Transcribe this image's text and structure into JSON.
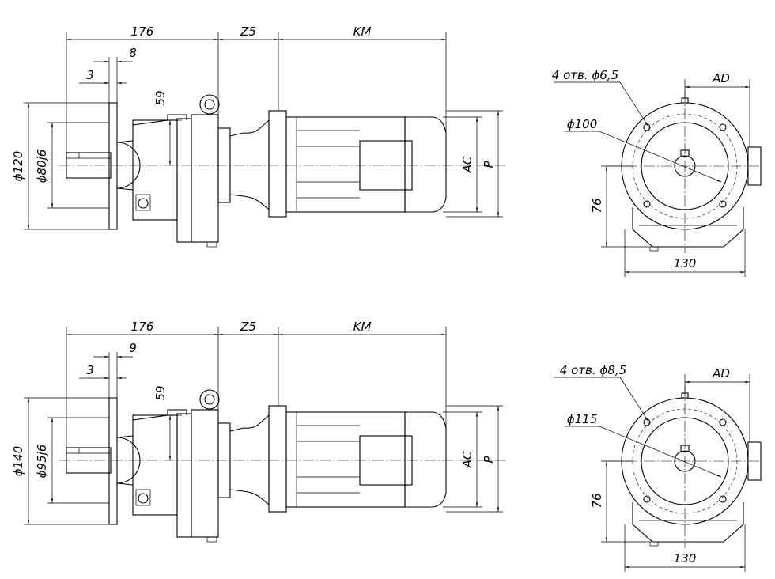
{
  "views": [
    {
      "side": {
        "dim_total": "176",
        "dim_mid": "Z5",
        "dim_motor": "KM",
        "dim_shaft_step": "8",
        "dim_shaft_small": "3",
        "dim_height": "59",
        "dia_flange": "ϕ120",
        "dia_spigot": "ϕ80j6",
        "dim_ac": "AC",
        "dim_p": "P"
      },
      "front": {
        "holes": "4 отв. ϕ6,5",
        "pcd": "ϕ100",
        "dim_ad": "AD",
        "dim_height": "76",
        "dim_width": "130"
      }
    },
    {
      "side": {
        "dim_total": "176",
        "dim_mid": "Z5",
        "dim_motor": "KM",
        "dim_shaft_step": "9",
        "dim_shaft_small": "3",
        "dim_height": "59",
        "dia_flange": "ϕ140",
        "dia_spigot": "ϕ95j6",
        "dim_ac": "AC",
        "dim_p": "P"
      },
      "front": {
        "holes": "4 отв. ϕ8,5",
        "pcd": "ϕ115",
        "dim_ad": "AD",
        "dim_height": "76",
        "dim_width": "130"
      }
    }
  ]
}
